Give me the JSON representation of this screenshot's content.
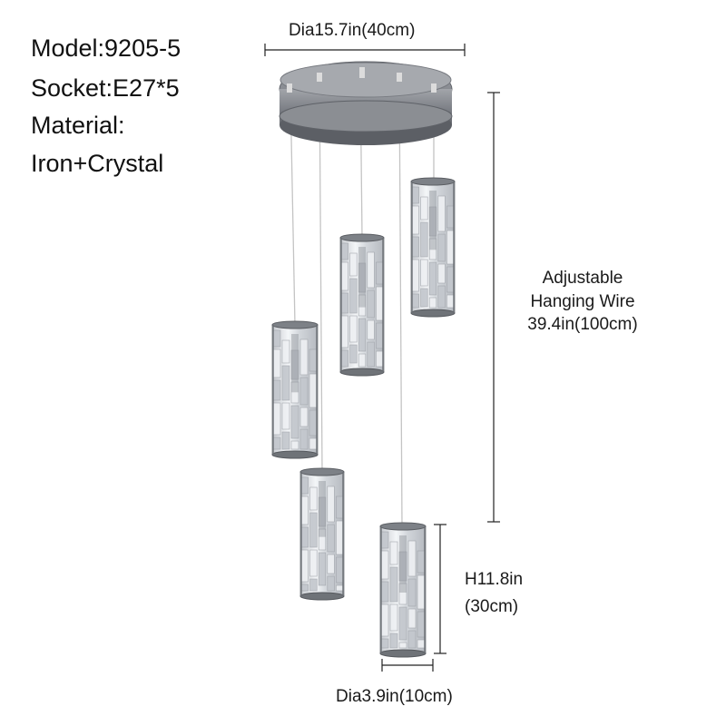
{
  "specs": {
    "model": "Model:9205-5",
    "socket": "Socket:E27*5",
    "material_label": "Material:",
    "material_value": "Iron+Crystal"
  },
  "dimensions": {
    "canopy_diameter": "Dia15.7in(40cm)",
    "wire_line1": "Adjustable",
    "wire_line2": "Hanging Wire",
    "wire_line3": "39.4in(100cm)",
    "height_line1": "H11.8in",
    "height_line2": "(30cm)",
    "shade_diameter": "Dia3.9in(10cm)"
  },
  "colors": {
    "canopy": "#8a8d92",
    "wire": "#c9c9c9",
    "crystal": "#d9dde2",
    "metal": "#6f7378",
    "dimension_line": "#222222"
  }
}
